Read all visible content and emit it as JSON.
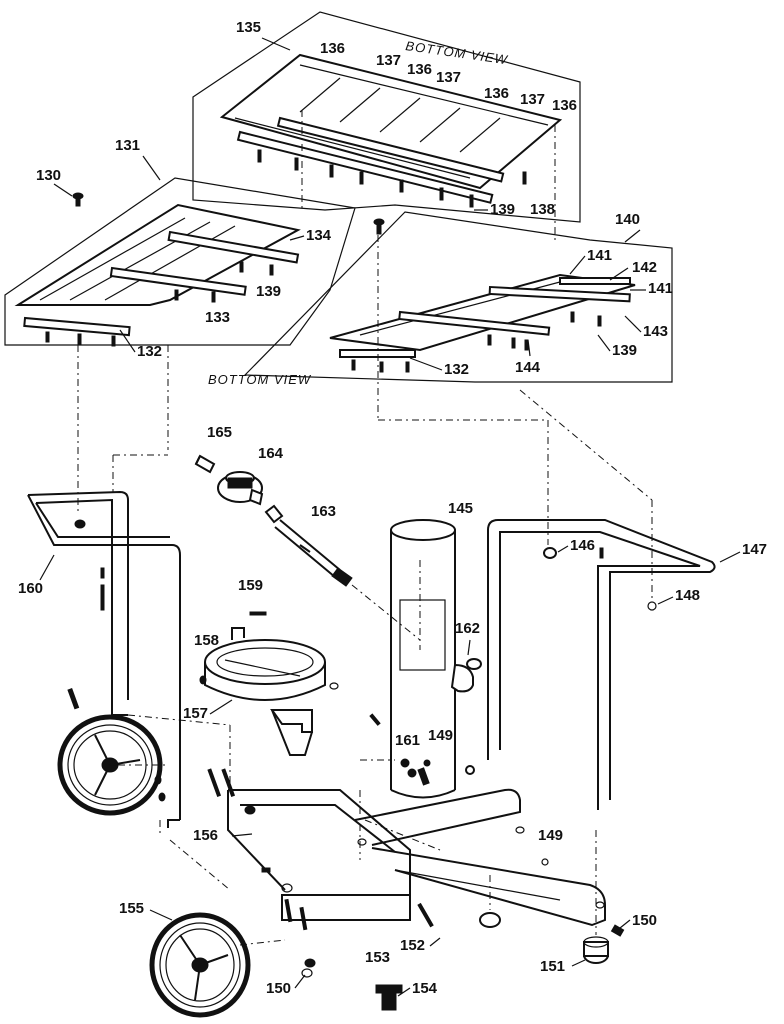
{
  "view_labels": {
    "upper": "BOTTOM VIEW",
    "lower": "BOTTOM VIEW"
  },
  "parts": {
    "p130": "130",
    "p131": "131",
    "p132a": "132",
    "p132b": "132",
    "p133": "133",
    "p134": "134",
    "p135": "135",
    "p136a": "136",
    "p136b": "136",
    "p136c": "136",
    "p136d": "136",
    "p137a": "137",
    "p137b": "137",
    "p137c": "137",
    "p138": "138",
    "p139a": "139",
    "p139b": "139",
    "p139c": "139",
    "p140": "140",
    "p141a": "141",
    "p141b": "141",
    "p142": "142",
    "p143": "143",
    "p144": "144",
    "p145": "145",
    "p146": "146",
    "p147": "147",
    "p148": "148",
    "p149a": "149",
    "p149b": "149",
    "p150a": "150",
    "p150b": "150",
    "p151": "151",
    "p152": "152",
    "p153": "153",
    "p154": "154",
    "p155": "155",
    "p156": "156",
    "p157": "157",
    "p158": "158",
    "p159": "159",
    "p160": "160",
    "p161": "161",
    "p162": "162",
    "p163": "163",
    "p164": "164",
    "p165": "165"
  }
}
